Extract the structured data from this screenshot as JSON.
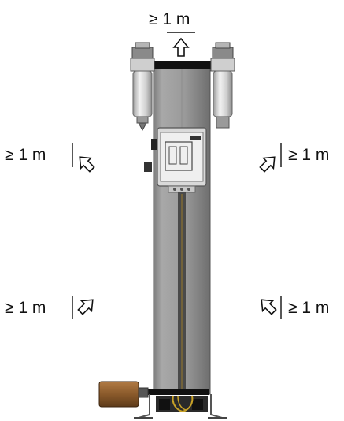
{
  "clearance": {
    "top": "≥ 1 m",
    "upper_left": "≥ 1 m",
    "upper_right": "≥ 1 m",
    "lower_left": "≥ 1 m",
    "lower_right": "≥ 1 m"
  },
  "icons": {
    "top": "arrow-up-outline-icon",
    "upper_left": "arrow-up-left-outline-icon",
    "upper_right": "arrow-up-right-outline-icon",
    "lower_left": "arrow-down-left-outline-icon",
    "lower_right": "arrow-down-right-outline-icon"
  },
  "colors": {
    "housing": "#9a9a9a",
    "housing_dark": "#6f6f6f",
    "filter_body": "#cfcfcf",
    "silencer": "#8a5a2b",
    "label_text": "#111111"
  }
}
